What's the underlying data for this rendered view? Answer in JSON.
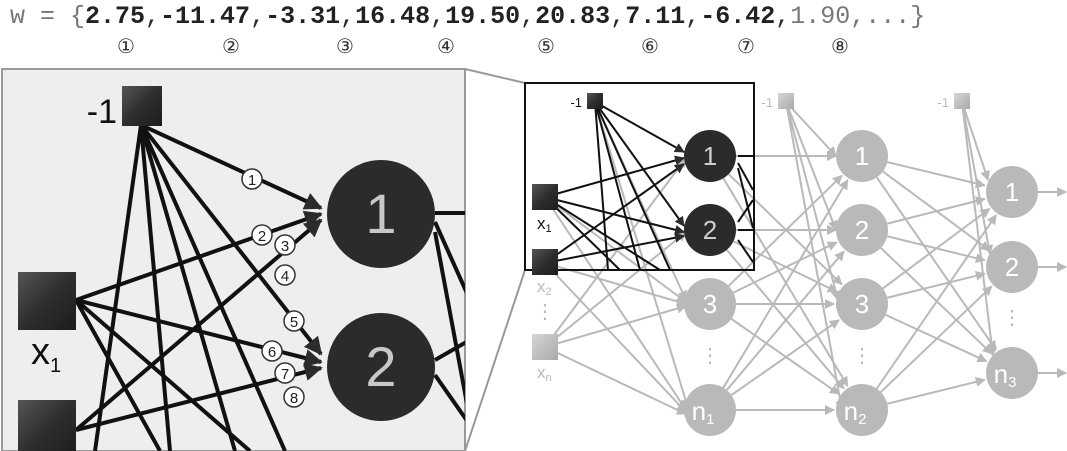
{
  "equation": {
    "prefix": "w = {",
    "bold_values": [
      "2.75",
      "-11.47",
      "-3.31",
      "16.48",
      "19.50",
      "20.83",
      "7.11",
      "-6.42"
    ],
    "rest": "1.90,...",
    "close": "}"
  },
  "index_markers": [
    "①",
    "②",
    "③",
    "④",
    "⑤",
    "⑥",
    "⑦",
    "⑧"
  ],
  "zoom": {
    "bias_label": "-1",
    "input_label": "x",
    "input_sub": "1",
    "neuron_1": "1",
    "neuron_2": "2",
    "edge_markers": [
      "1",
      "2",
      "3",
      "4",
      "5",
      "6",
      "7",
      "8"
    ]
  },
  "network": {
    "bias_label": "-1",
    "inputs": [
      {
        "main": "x",
        "sub": "1"
      },
      {
        "main": "x",
        "sub": "2"
      },
      {
        "main": "x",
        "sub": "n"
      }
    ],
    "input_dots": "⋮",
    "layer1": [
      "1",
      "2",
      "3"
    ],
    "layer1_last": {
      "main": "n",
      "sub": "1"
    },
    "layer2": [
      "1",
      "2",
      "3"
    ],
    "layer2_last": {
      "main": "n",
      "sub": "2"
    },
    "layer3": [
      "1",
      "2"
    ],
    "layer3_last": {
      "main": "n",
      "sub": "3"
    },
    "hidden_dots": "⋮"
  },
  "colors": {
    "dark": "#2b2b2b",
    "gray": "#b9b9b9",
    "zoom_bg": "#eeeeee"
  }
}
